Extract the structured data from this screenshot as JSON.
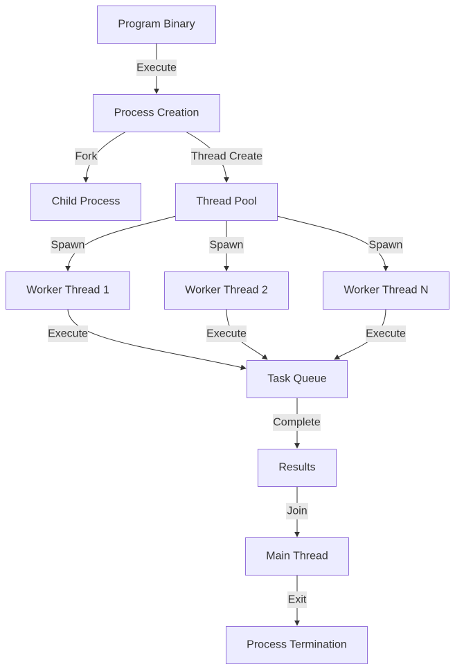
{
  "diagram": {
    "type": "flowchart",
    "nodes": {
      "program_binary": "Program Binary",
      "process_creation": "Process Creation",
      "child_process": "Child Process",
      "thread_pool": "Thread Pool",
      "worker_thread_1": "Worker Thread 1",
      "worker_thread_2": "Worker Thread 2",
      "worker_thread_n": "Worker Thread N",
      "task_queue": "Task Queue",
      "results": "Results",
      "main_thread": "Main Thread",
      "process_termination": "Process Termination"
    },
    "edges": [
      {
        "from": "program_binary",
        "to": "process_creation",
        "label": "Execute"
      },
      {
        "from": "process_creation",
        "to": "child_process",
        "label": "Fork"
      },
      {
        "from": "process_creation",
        "to": "thread_pool",
        "label": "Thread Create"
      },
      {
        "from": "thread_pool",
        "to": "worker_thread_1",
        "label": "Spawn"
      },
      {
        "from": "thread_pool",
        "to": "worker_thread_2",
        "label": "Spawn"
      },
      {
        "from": "thread_pool",
        "to": "worker_thread_n",
        "label": "Spawn"
      },
      {
        "from": "worker_thread_1",
        "to": "task_queue",
        "label": "Execute"
      },
      {
        "from": "worker_thread_2",
        "to": "task_queue",
        "label": "Execute"
      },
      {
        "from": "worker_thread_n",
        "to": "task_queue",
        "label": "Execute"
      },
      {
        "from": "task_queue",
        "to": "results",
        "label": "Complete"
      },
      {
        "from": "results",
        "to": "main_thread",
        "label": "Join"
      },
      {
        "from": "main_thread",
        "to": "process_termination",
        "label": "Exit"
      }
    ],
    "colors": {
      "node_fill": "#ececff",
      "node_stroke": "#9370db",
      "edge_stroke": "#333333",
      "label_background": "#e8e8e8",
      "text": "#333333"
    }
  }
}
